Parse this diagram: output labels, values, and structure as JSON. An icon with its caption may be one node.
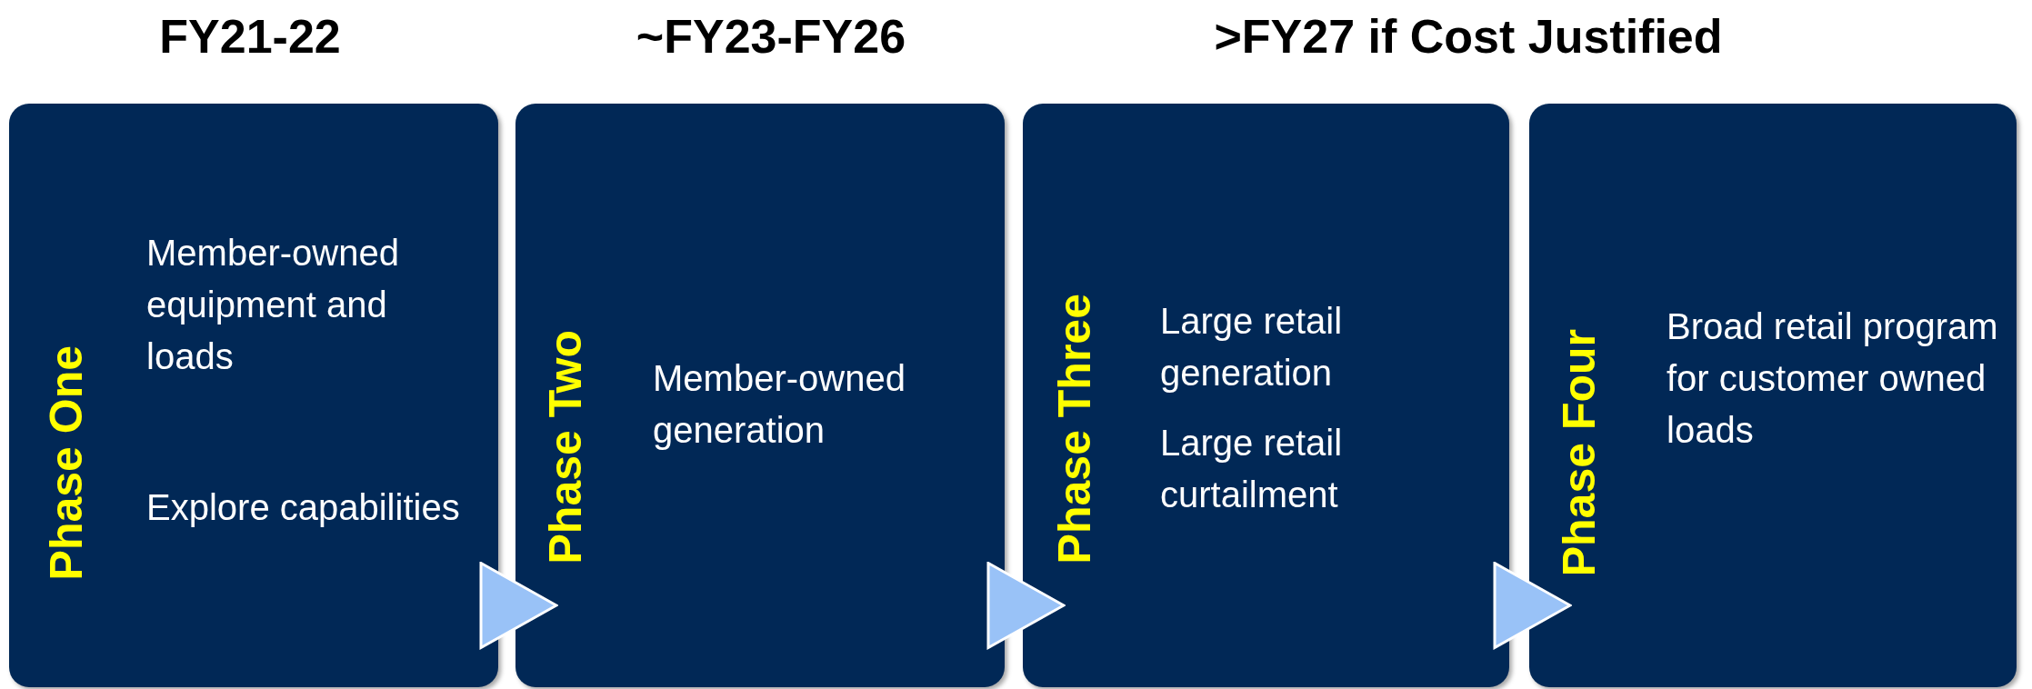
{
  "diagram": {
    "nodes": [
      {
        "text": [
          "Phase One",
          "Member-owned equipment and loads",
          "Explore capabilities"
        ]
      },
      {
        "text": [
          "Phase Two",
          "Member-owned generation"
        ]
      },
      {
        "text": [
          "Phase Three",
          "Large retail generation",
          "Large retail curtailment"
        ]
      },
      {
        "text": [
          "Phase Four",
          "Broad retail program for customer owned loads"
        ]
      }
    ],
    "edges": [
      {
        "from": 0,
        "to": 1,
        "arrow": "to"
      },
      {
        "from": 1,
        "to": 2,
        "arrow": "to"
      },
      {
        "from": 2,
        "to": 3,
        "arrow": "to"
      }
    ],
    "labels": [
      "FY21-22",
      "~FY23-FY26",
      ">FY27 if Cost Justified"
    ]
  }
}
